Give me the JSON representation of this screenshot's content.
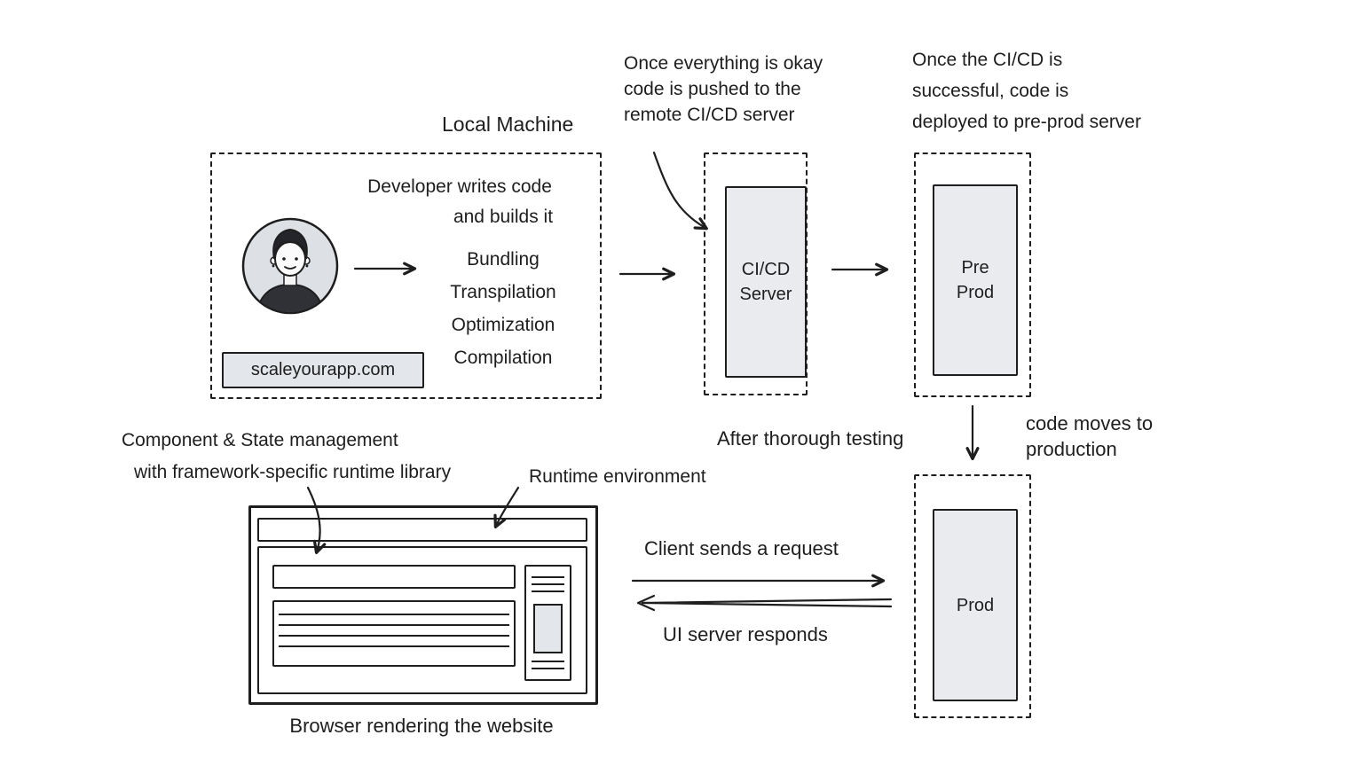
{
  "colors": {
    "ink": "#1e1e1e",
    "panel_fill": "#e9ebee",
    "site_fill": "#e3e6ea",
    "bg": "#ffffff"
  },
  "diagram": {
    "local_machine": {
      "title": "Local Machine",
      "desc_line1": "Developer writes code",
      "desc_line2": "and builds it",
      "steps": [
        "Bundling",
        "Transpilation",
        "Optimization",
        "Compilation"
      ],
      "site": "scaleyourapp.com"
    },
    "cicd": {
      "note": "Once everything is okay\ncode is pushed to the\nremote CI/CD server",
      "label": "CI/CD\nServer"
    },
    "preprod": {
      "note": "Once the CI/CD is\nsuccessful, code is\ndeployed to pre-prod server",
      "label": "Pre\nProd"
    },
    "prod": {
      "label": "Prod",
      "after_testing": "After thorough testing",
      "moves_note": "code moves to\nproduction"
    },
    "browser": {
      "caption": "Browser rendering the website",
      "component_note_line1": "Component & State management",
      "component_note_line2": "with framework-specific runtime library",
      "runtime_note": "Runtime environment"
    },
    "traffic": {
      "request": "Client sends a request",
      "response": "UI server responds"
    }
  }
}
